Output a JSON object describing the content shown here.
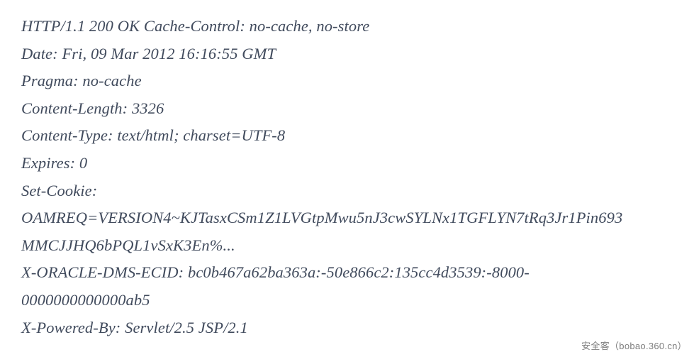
{
  "document": {
    "kind": "http-response-headers",
    "text_color": "#414b5d",
    "background_color": "#ffffff",
    "lines": [
      {
        "id": "status-and-cache-control",
        "text": "HTTP/1.1 200 OK Cache-Control: no-cache, no-store"
      },
      {
        "id": "date",
        "text": "Date: Fri, 09 Mar 2012 16:16:55 GMT"
      },
      {
        "id": "pragma",
        "text": "Pragma: no-cache"
      },
      {
        "id": "content-length",
        "text": "Content-Length: 3326"
      },
      {
        "id": "content-type",
        "text": "Content-Type: text/html; charset=UTF-8"
      },
      {
        "id": "expires",
        "text": "Expires: 0"
      },
      {
        "id": "set-cookie-label",
        "text": "Set-Cookie:"
      },
      {
        "id": "set-cookie-value-line-1",
        "text": "OAMREQ=VERSION4~KJTasxCSm1Z1LVGtpMwu5nJ3cwSYLNx1TGFLYN7tRq3Jr1Pin693"
      },
      {
        "id": "set-cookie-value-line-2",
        "text": "MMCJJHQ6bPQL1vSxK3En%..."
      },
      {
        "id": "x-oracle-dms-ecid-line-1",
        "text": "X-ORACLE-DMS-ECID: bc0b467a62ba363a:-50e866c2:135cc4d3539:-8000-"
      },
      {
        "id": "x-oracle-dms-ecid-line-2",
        "text": "0000000000000ab5"
      },
      {
        "id": "x-powered-by",
        "text": "X-Powered-By: Servlet/2.5 JSP/2.1"
      }
    ]
  },
  "watermark": {
    "text": "安全客（bobao.360.cn）",
    "color": "#7d7d7d"
  }
}
